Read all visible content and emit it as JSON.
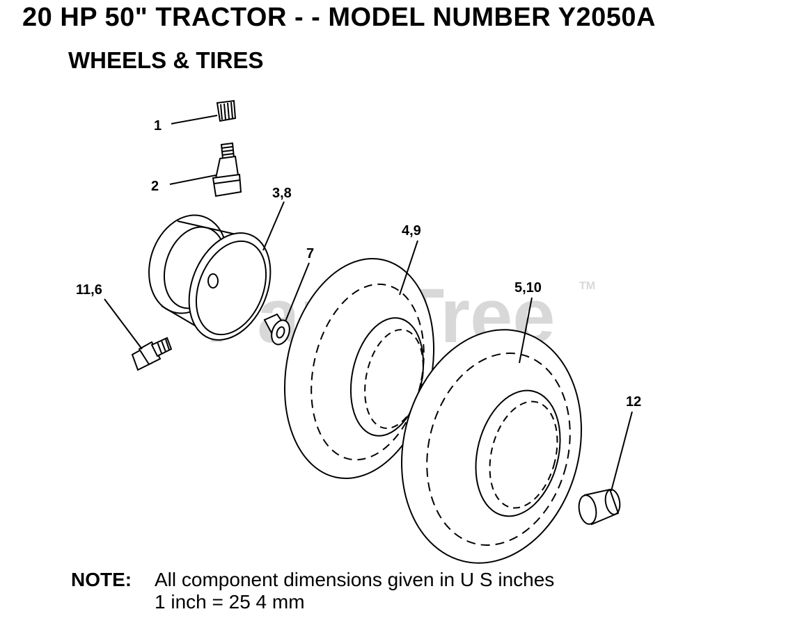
{
  "header": {
    "title": "20 HP 50\" TRACTOR - - MODEL NUMBER Y2050A",
    "subtitle": "WHEELS & TIRES"
  },
  "watermark": {
    "text": "PartsTree",
    "tm": "TM"
  },
  "callouts": {
    "c1": "1",
    "c2": "2",
    "c3": "3,8",
    "c7": "7",
    "c4": "4,9",
    "c5": "5,10",
    "c11": "11,6",
    "c12": "12"
  },
  "note": {
    "label": "NOTE:",
    "line1": "All component dimensions given in U S  inches",
    "line2": "1 inch = 25 4 mm"
  }
}
